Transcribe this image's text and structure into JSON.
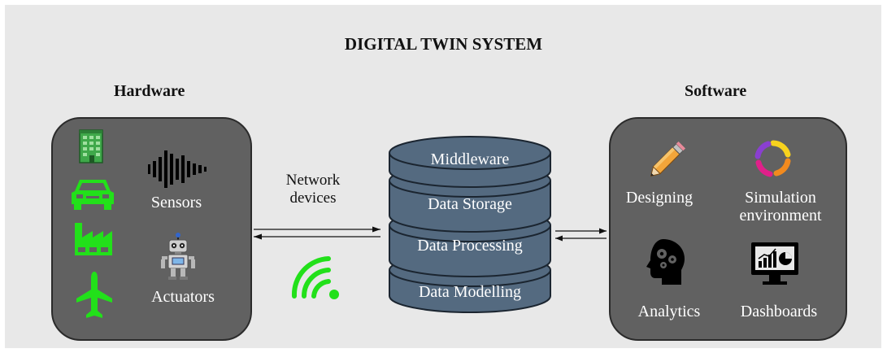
{
  "title": "DIGITAL TWIN SYSTEM",
  "hardware": {
    "heading": "Hardware",
    "sensors_label": "Sensors",
    "actuators_label": "Actuators",
    "icons": [
      "building-icon",
      "car-icon",
      "factory-icon",
      "airplane-icon",
      "soundwave-icon",
      "robot-icon"
    ]
  },
  "network": {
    "label_line1": "Network",
    "label_line2": "devices",
    "icon": "wifi-icon"
  },
  "database": {
    "layers": [
      "Middleware",
      "Data Storage",
      "Data Processing",
      "Data Modelling"
    ]
  },
  "software": {
    "heading": "Software",
    "designing_label": "Designing",
    "simulation_line1": "Simulation",
    "simulation_line2": "environment",
    "analytics_label": "Analytics",
    "dashboards_label": "Dashboards",
    "icons": [
      "pencil-icon",
      "cycle-icon",
      "brain-gears-icon",
      "dashboard-monitor-icon"
    ]
  },
  "colors": {
    "background": "#e8e8e8",
    "panel": "#616161",
    "database": "#546a80",
    "accent_green": "#22e01a"
  }
}
